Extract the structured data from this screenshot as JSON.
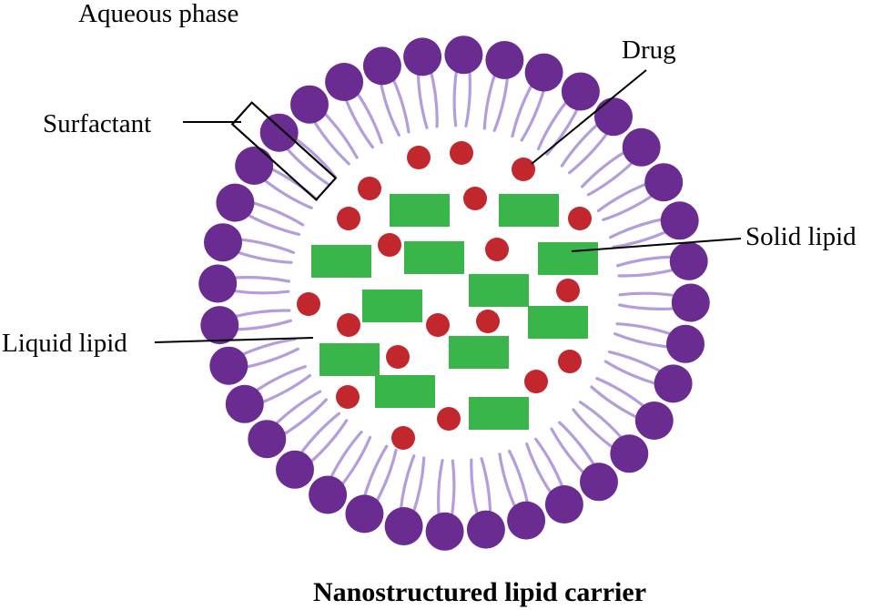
{
  "labels": {
    "aqueous_phase": "Aqueous phase",
    "surfactant": "Surfactant",
    "drug": "Drug",
    "solid_lipid": "Solid lipid",
    "liquid_lipid": "Liquid lipid"
  },
  "caption": "Nanostructured lipid carrier",
  "colors": {
    "surfactant_head": "#6a2c91",
    "surfactant_tail": "#b49ddc",
    "drug": "#c1272d",
    "solid_lipid": "#3ab54a",
    "outline": "#000000"
  }
}
